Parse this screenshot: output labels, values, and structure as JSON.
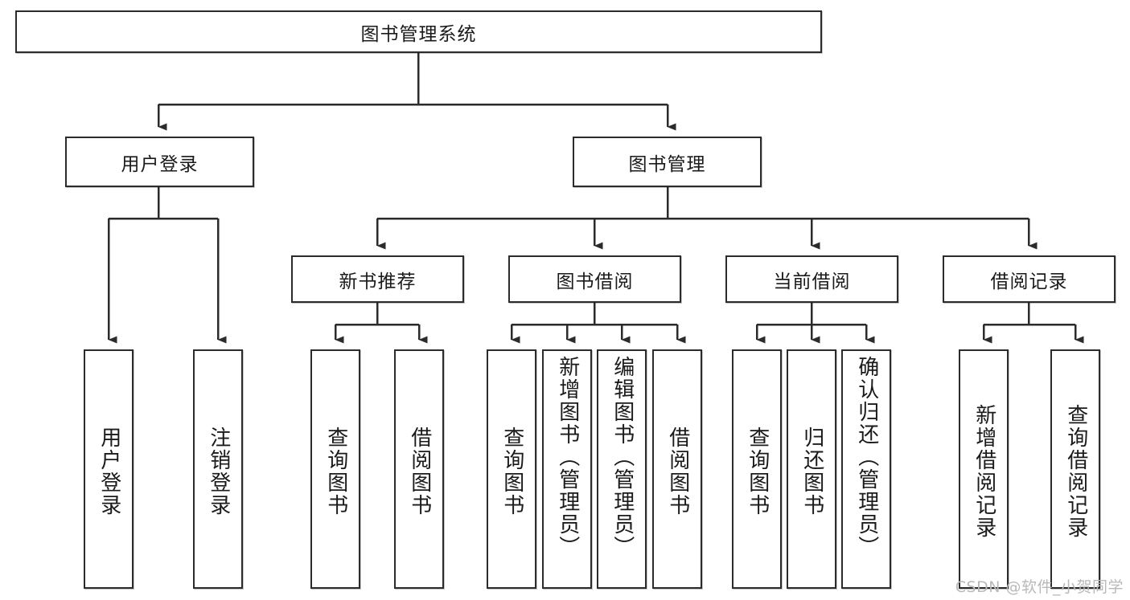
{
  "diagram": {
    "title": "图书管理系统",
    "type": "tree-hierarchy",
    "root": {
      "id": "root",
      "label": "图书管理系统"
    },
    "level2": [
      {
        "id": "user-login",
        "label": "用户登录"
      },
      {
        "id": "book-management",
        "label": "图书管理"
      }
    ],
    "level3": [
      {
        "id": "new-book-recommend",
        "label": "新书推荐",
        "parent": "book-management"
      },
      {
        "id": "book-borrow",
        "label": "图书借阅",
        "parent": "book-management"
      },
      {
        "id": "current-borrow",
        "label": "当前借阅",
        "parent": "book-management"
      },
      {
        "id": "borrow-record",
        "label": "借阅记录",
        "parent": "book-management"
      }
    ],
    "leaves": [
      {
        "id": "leaf-user-login",
        "label": "用户登录",
        "parent": "user-login"
      },
      {
        "id": "leaf-logout-login",
        "label": "注销登录",
        "parent": "user-login"
      },
      {
        "id": "leaf-query-book-1",
        "label": "查询图书",
        "parent": "new-book-recommend"
      },
      {
        "id": "leaf-borrow-book-1",
        "label": "借阅图书",
        "parent": "new-book-recommend"
      },
      {
        "id": "leaf-query-book-2",
        "label": "查询图书",
        "parent": "book-borrow"
      },
      {
        "id": "leaf-add-book-admin",
        "label": "新增图书（管理员）",
        "parent": "book-borrow"
      },
      {
        "id": "leaf-edit-book-admin",
        "label": "编辑图书（管理员）",
        "parent": "book-borrow"
      },
      {
        "id": "leaf-borrow-book-2",
        "label": "借阅图书",
        "parent": "book-borrow"
      },
      {
        "id": "leaf-query-book-3",
        "label": "查询图书",
        "parent": "current-borrow"
      },
      {
        "id": "leaf-return-book",
        "label": "归还图书",
        "parent": "current-borrow"
      },
      {
        "id": "leaf-confirm-return-admin",
        "label": "确认归还（管理员）",
        "parent": "current-borrow"
      },
      {
        "id": "leaf-add-borrow-record",
        "label": "新增借阅记录",
        "parent": "borrow-record"
      },
      {
        "id": "leaf-query-borrow-record",
        "label": "查询借阅记录",
        "parent": "borrow-record"
      }
    ],
    "watermark": "CSDN @软件_小贺同学",
    "colors": {
      "stroke": "#2b2b2b",
      "background": "#ffffff",
      "text": "#1a1a1a",
      "watermark": "#b9b9b9"
    }
  }
}
